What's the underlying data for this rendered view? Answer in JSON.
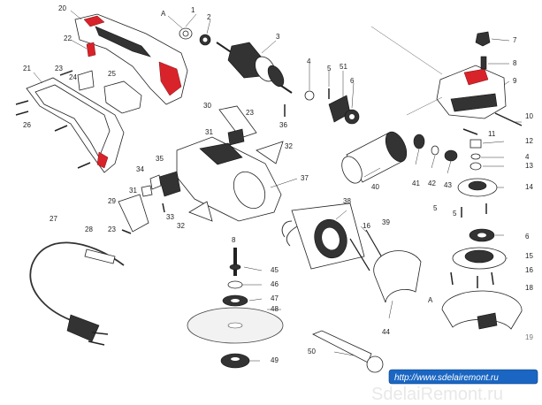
{
  "labels": [
    "20",
    "A",
    "1",
    "2",
    "3",
    "22",
    "7",
    "23",
    "24",
    "25",
    "4",
    "5",
    "51",
    "8",
    "6",
    "21",
    "9",
    "26",
    "10",
    "30",
    "23",
    "11",
    "31",
    "36",
    "12",
    "40",
    "41",
    "42",
    "4",
    "43",
    "13",
    "32",
    "14",
    "37",
    "34",
    "35",
    "31",
    "33",
    "29",
    "5",
    "6",
    "27",
    "28",
    "23",
    "32",
    "38",
    "39",
    "15",
    "16",
    "16",
    "8",
    "45",
    "18",
    "46",
    "A",
    "47",
    "48",
    "44",
    "19",
    "50",
    "49",
    "5"
  ],
  "watermark": "SdelaiRemont.ru",
  "url_badge": "http://www.sdelairemont.ru"
}
